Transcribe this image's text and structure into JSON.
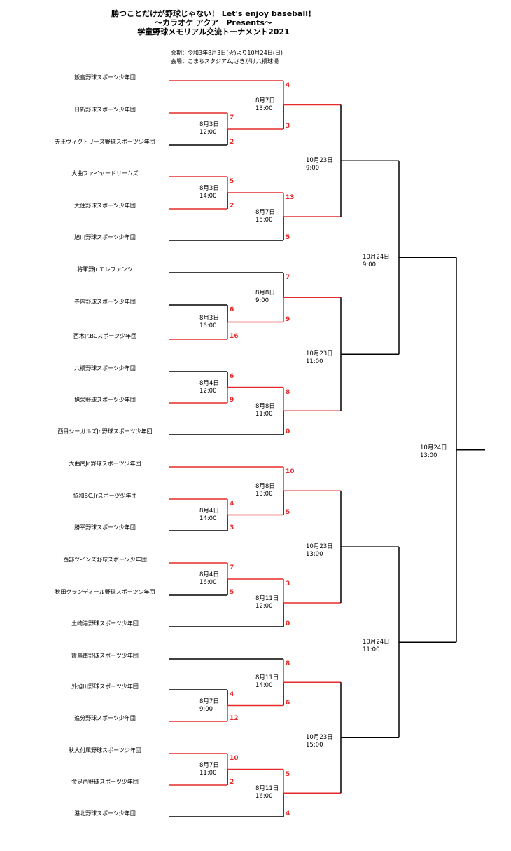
{
  "header": {
    "title": "勝つことだけが野球じゃない！ Let's enjoy baseball！",
    "subtitle": "～カラオケ アクア　Presents～",
    "tournament": "学童野球メモリアル交流トーナメント2021",
    "period": "会期：令和3年8月3日(火)より10月24日(日)",
    "venue": "会場：こまちスタジアム,さきがけ八橋球場"
  },
  "colors": {
    "winner_line": "#e52b2b",
    "loser_line": "#000000",
    "score": "#e52b2b"
  },
  "teams": [
    "飯島野球スポーツ少年団",
    "日新野球スポーツ少年団",
    "天王ヴィクトリーズ野球スポーツ少年団",
    "大曲ファイヤードリームズ",
    "大住野球スポーツ少年団",
    "旭川野球スポーツ少年団",
    "将軍野Jr.エレファンツ",
    "寺内野球スポーツ少年団",
    "西木Jr.BCスポーツ少年団",
    "八橋野球スポーツ少年団",
    "旭栄野球スポーツ少年団",
    "西目シーガルズJr.野球スポーツ少年団",
    "大曲南Jr.野球スポーツ少年団",
    "協和BC.Jrスポーツ少年団",
    "勝平野球スポーツ少年団",
    "西部ツインズ野球スポーツ少年団",
    "秋田グランディール野球スポーツ少年団",
    "土崎港野球スポーツ少年団",
    "飯島南野球スポーツ少年団",
    "外旭川野球スポーツ少年団",
    "追分野球スポーツ少年団",
    "秋大付属野球スポーツ少年団",
    "金足西野球スポーツ少年団",
    "港北野球スポーツ少年団"
  ],
  "games": [
    {
      "date": "8月3日",
      "time": "12:00",
      "scores": [
        "7",
        "2"
      ]
    },
    {
      "date": "8月3日",
      "time": "14:00",
      "scores": [
        "5",
        "2"
      ]
    },
    {
      "date": "8月3日",
      "time": "16:00",
      "scores": [
        "6",
        "16"
      ]
    },
    {
      "date": "8月4日",
      "time": "12:00",
      "scores": [
        "6",
        "9"
      ]
    },
    {
      "date": "8月4日",
      "time": "14:00",
      "scores": [
        "4",
        "3"
      ]
    },
    {
      "date": "8月4日",
      "time": "16:00",
      "scores": [
        "7",
        "5"
      ]
    },
    {
      "date": "8月7日",
      "time": "9:00",
      "scores": [
        "4",
        "12"
      ]
    },
    {
      "date": "8月7日",
      "time": "11:00",
      "scores": [
        "10",
        "2"
      ]
    },
    {
      "date": "8月7日",
      "time": "13:00",
      "scores": [
        "4",
        "3"
      ]
    },
    {
      "date": "8月7日",
      "time": "15:00",
      "scores": [
        "13",
        "5"
      ]
    },
    {
      "date": "8月8日",
      "time": "9:00",
      "scores": [
        "7",
        "9"
      ]
    },
    {
      "date": "8月8日",
      "time": "11:00",
      "scores": [
        "8",
        "0"
      ]
    },
    {
      "date": "8月8日",
      "time": "13:00",
      "scores": [
        "10",
        "5"
      ]
    },
    {
      "date": "8月11日",
      "time": "12:00",
      "scores": [
        "3",
        "0"
      ]
    },
    {
      "date": "8月11日",
      "time": "14:00",
      "scores": [
        "8",
        "6"
      ]
    },
    {
      "date": "8月11日",
      "time": "16:00",
      "scores": [
        "5",
        "4"
      ]
    },
    {
      "date": "10月23日",
      "time": "9:00"
    },
    {
      "date": "10月23日",
      "time": "11:00"
    },
    {
      "date": "10月23日",
      "time": "13:00"
    },
    {
      "date": "10月23日",
      "time": "15:00"
    },
    {
      "date": "10月24日",
      "time": "9:00"
    },
    {
      "date": "10月24日",
      "time": "11:00"
    },
    {
      "date": "10月24日",
      "time": "13:00"
    }
  ]
}
